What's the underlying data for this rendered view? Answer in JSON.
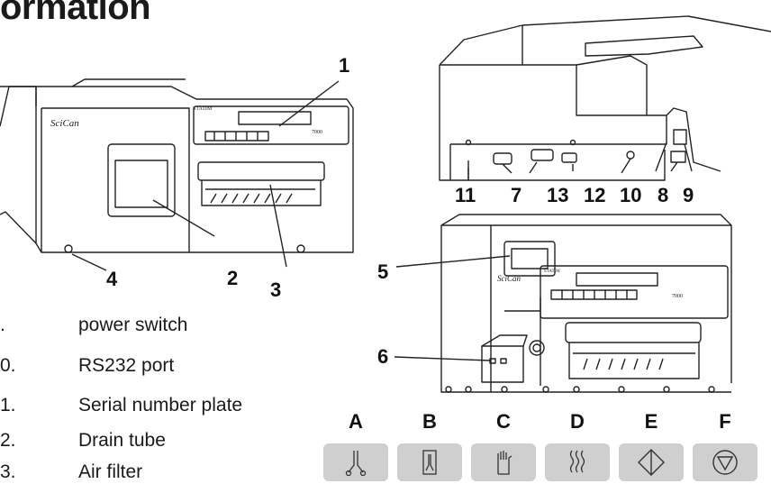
{
  "title": "ormation",
  "legend": [
    {
      "num": ".",
      "text": "power switch"
    },
    {
      "num": "0.",
      "text": "RS232 port"
    },
    {
      "num": "1.",
      "text": "Serial number plate"
    },
    {
      "num": "2.",
      "text": "Drain tube"
    },
    {
      "num": "3.",
      "text": "Air filter"
    }
  ],
  "brand": "SciCan",
  "device_label": "STATIM",
  "model_number": "7000",
  "callouts": {
    "c1": "1",
    "c2": "2",
    "c3": "3",
    "c4": "4",
    "c5": "5",
    "c6": "6",
    "c7": "7",
    "c8": "8",
    "c9": "9",
    "c10": "10",
    "c11": "11",
    "c12": "12",
    "c13": "13"
  },
  "buttons": [
    {
      "letter": "A",
      "icon": "scissors-icon"
    },
    {
      "letter": "B",
      "icon": "wrapped-instrument-icon"
    },
    {
      "letter": "C",
      "icon": "glove-icon"
    },
    {
      "letter": "D",
      "icon": "heat-waves-icon"
    },
    {
      "letter": "E",
      "icon": "start-diamond-icon"
    },
    {
      "letter": "F",
      "icon": "stop-triangle-icon"
    }
  ]
}
